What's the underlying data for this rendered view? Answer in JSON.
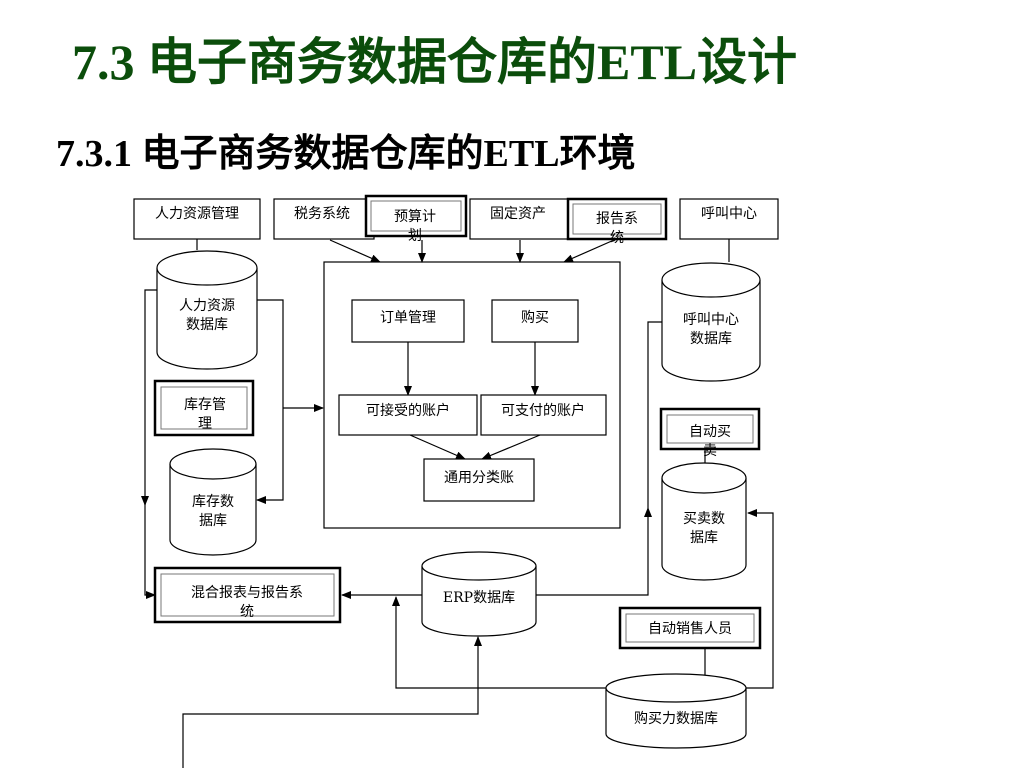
{
  "title": "7.3  电子商务数据仓库的ETL设计",
  "subtitle": "7.3.1  电子商务数据仓库的ETL环境",
  "sources": {
    "hr_mgmt": "人力资源管理",
    "tax_system": "税务系统",
    "budget_1": "预算计",
    "budget_2": "划",
    "fixed_assets": "固定资产",
    "report_1": "报告系",
    "report_2": "统",
    "call_center": "呼叫中心"
  },
  "databases": {
    "hr_db_1": "人力资源",
    "hr_db_2": "数据库",
    "inventory_db_1": "库存数",
    "inventory_db_2": "据库",
    "call_db_1": "呼叫中心",
    "call_db_2": "数据库",
    "trade_db_1": "买卖数",
    "trade_db_2": "据库",
    "erp_db": "ERP数据库",
    "purchase_db": "购买力数据库"
  },
  "erp_core": {
    "order_mgmt": "订单管理",
    "purchase": "购买",
    "receivable": "可接受的账户",
    "payable": "可支付的账户",
    "general_ledger": "通用分类账"
  },
  "modules": {
    "inventory_mgmt_1": "库存管",
    "inventory_mgmt_2": "理",
    "auto_trade_1": "自动买",
    "auto_trade_2": "卖",
    "auto_sales": "自动销售人员",
    "mixed_report_1": "混合报表与报告系",
    "mixed_report_2": "统"
  }
}
